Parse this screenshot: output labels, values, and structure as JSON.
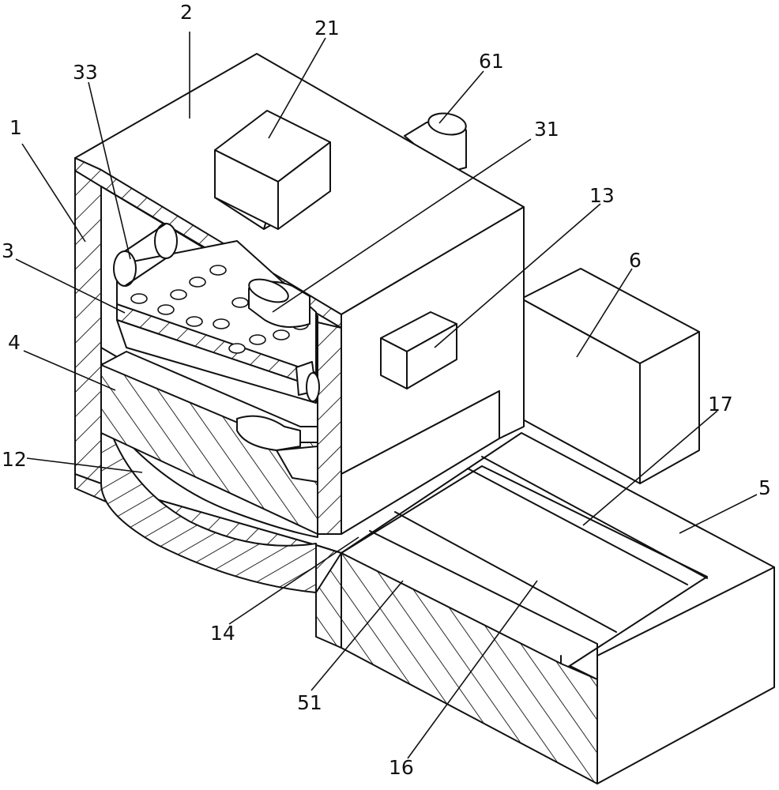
{
  "labels": {
    "l1": "1",
    "l2": "2",
    "l3": "3",
    "l4": "4",
    "l5": "5",
    "l6": "6",
    "l12": "12",
    "l13": "13",
    "l14": "14",
    "l16": "16",
    "l17": "17",
    "l21": "21",
    "l31": "31",
    "l33": "33",
    "l51": "51",
    "l61": "61"
  }
}
